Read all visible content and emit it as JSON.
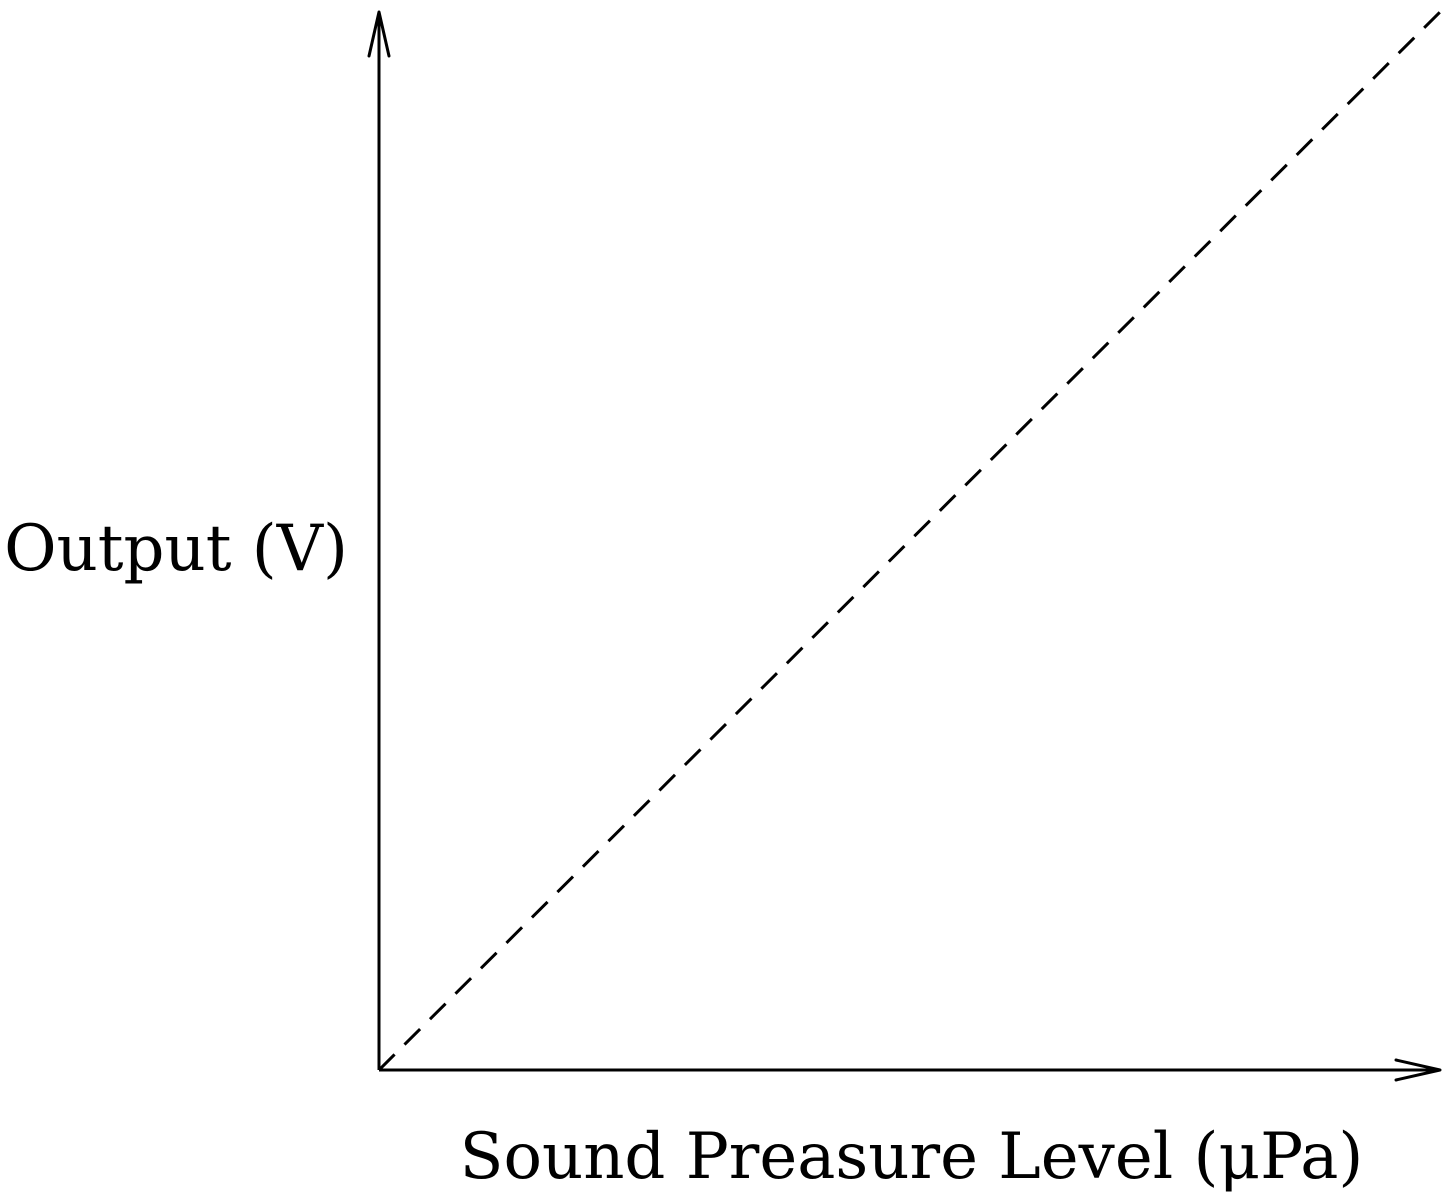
{
  "chart_data": {
    "type": "line",
    "title": "",
    "xlabel": "Sound Preasure Level (μPa)",
    "ylabel": "Output (V)",
    "xlim": [
      0,
      1
    ],
    "ylim": [
      0,
      1
    ],
    "ticks": "none",
    "grid": false,
    "series": [
      {
        "style": "dashed",
        "color": "#000000",
        "x": [
          0,
          1
        ],
        "y": [
          0,
          1
        ]
      }
    ]
  }
}
